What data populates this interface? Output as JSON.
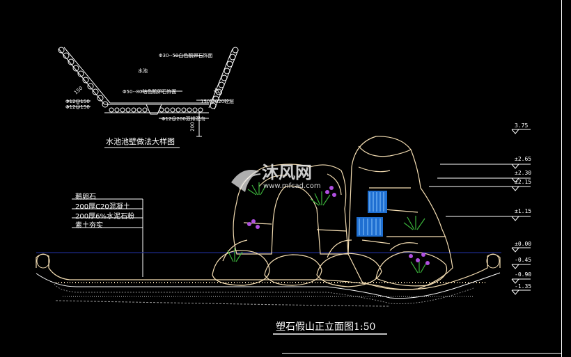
{
  "detail": {
    "title": "水池池壁做法大样图",
    "pool_label": "水池",
    "note_top": "Φ30--50白色鹅卵石饰面",
    "note_mid": "Φ50--80暗色鹅卵石饰面",
    "note_slab": "150厚C20砼层",
    "note_rebar": "Φ12@200双排双向",
    "dim_150_left": "150",
    "dim_150_right": "150",
    "dim_200": "200",
    "left_note_1": "Φ12@150",
    "left_note_2": "Φ12@150"
  },
  "layers": {
    "items": [
      "鹅卵石",
      "200厚C20混凝土",
      "200厚6%水泥石粉",
      "素土夯实"
    ]
  },
  "elevations": {
    "items": [
      "3.75",
      "±2.65",
      "±2.30",
      "±2.15",
      "±1.15",
      "±0.00",
      "-0.45",
      "-0.90",
      "-1.35"
    ]
  },
  "watermark": {
    "brand": "沐风网",
    "url": "www.mfcad.com"
  },
  "main": {
    "title": "塑石假山正立面图1:50"
  },
  "colors": {
    "background": "#000000",
    "rock_outline": "#f5deb3",
    "water_line": "#1e2b8a",
    "waterfall": "#1f6fd1",
    "plant_green": "#3bb33b",
    "flower_purple": "#b04fe0",
    "text": "#ffffff"
  }
}
